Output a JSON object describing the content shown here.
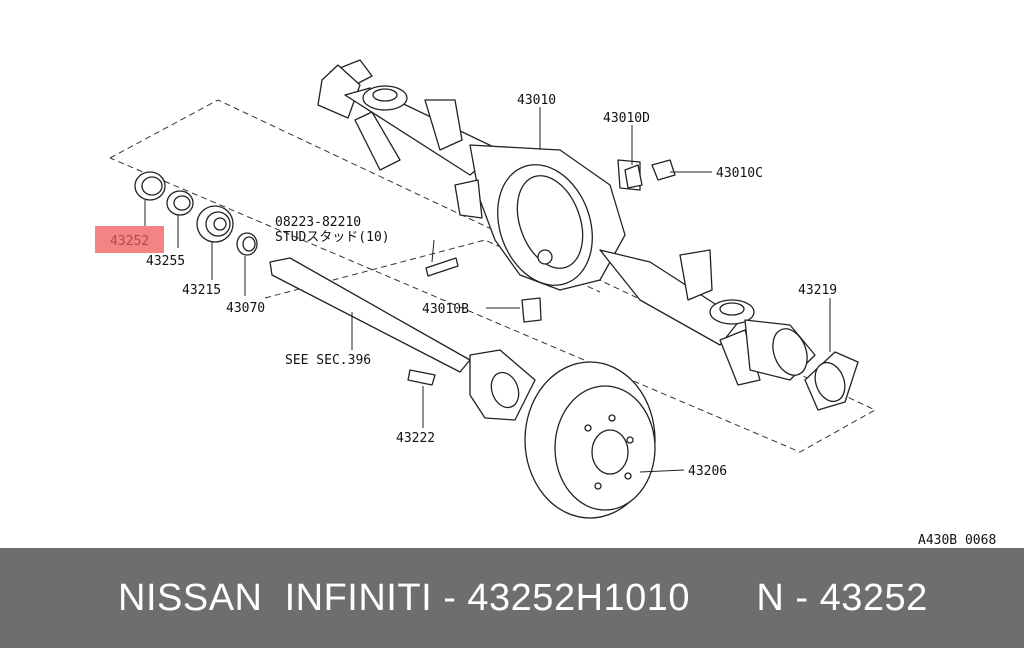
{
  "diagram": {
    "labels": {
      "l43010": "43010",
      "l43010D": "43010D",
      "l43010C": "43010C",
      "l08223": "08223-82210",
      "lstud": "STUDスタッド(10)",
      "l43010B": "43010B",
      "l43219": "43219",
      "l43252": "43252",
      "l43255": "43255",
      "l43215": "43215",
      "l43070": "43070",
      "lsec": "SEE SEC.396",
      "l43222": "43222",
      "l43206": "43206"
    },
    "drawing_code": "A430B 0068",
    "highlight_color": "#f05a5a"
  },
  "footer": {
    "text": "NISSAN  INFINITI - 43252H1010      N - 43252",
    "background": "#6e6e6e"
  }
}
